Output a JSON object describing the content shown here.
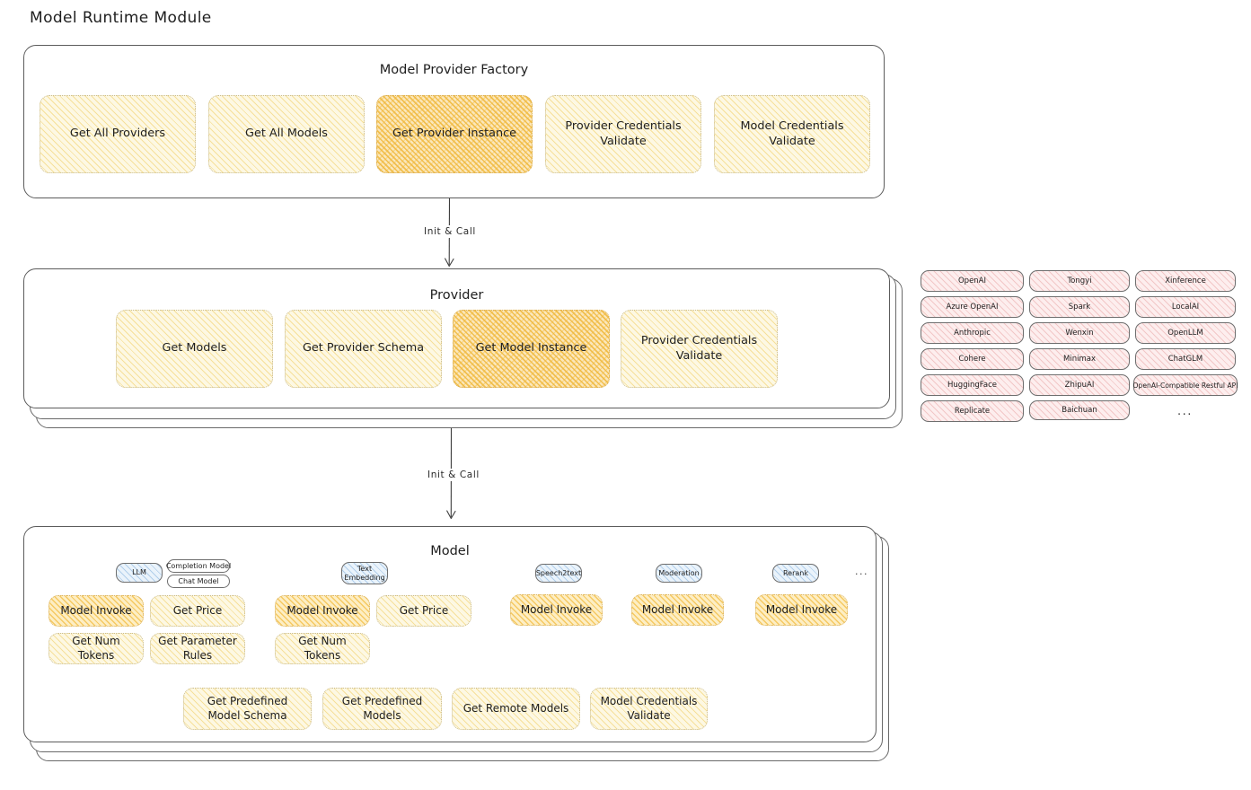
{
  "page": {
    "title": "Model Runtime Module"
  },
  "colors": {
    "highlight_amber": "#f0b93c",
    "node_cream": "#fdf8e3",
    "provider_chip_rose": "#fdeeee",
    "model_type_chip_blue": "#eaf3fb",
    "stroke": "#5c5c5c"
  },
  "factory": {
    "title": "Model Provider Factory",
    "nodes": [
      {
        "label": "Get All Providers",
        "highlighted": false
      },
      {
        "label": "Get All Models",
        "highlighted": false
      },
      {
        "label": "Get Provider Instance",
        "highlighted": true
      },
      {
        "label": "Provider Credentials Validate",
        "highlighted": false
      },
      {
        "label": "Model Credentials Validate",
        "highlighted": false
      }
    ]
  },
  "arrows": [
    {
      "label": "Init & Call",
      "from": "Model Provider Factory",
      "to": "Provider"
    },
    {
      "label": "Init & Call",
      "from": "Provider",
      "to": "Model"
    }
  ],
  "provider": {
    "title": "Provider",
    "nodes": [
      {
        "label": "Get Models",
        "highlighted": false
      },
      {
        "label": "Get Provider Schema",
        "highlighted": false
      },
      {
        "label": "Get Model Instance",
        "highlighted": true
      },
      {
        "label": "Provider Credentials Validate",
        "highlighted": false
      }
    ]
  },
  "provider_list": {
    "columns": [
      {
        "items": [
          "OpenAI",
          "Azure OpenAI",
          "Anthropic",
          "Cohere",
          "HuggingFace",
          "Replicate"
        ]
      },
      {
        "items": [
          "Tongyi",
          "Spark",
          "Wenxin",
          "Minimax",
          "ZhipuAI",
          "Baichuan"
        ]
      },
      {
        "items": [
          "Xinference",
          "LocalAI",
          "OpenLLM",
          "ChatGLM",
          "OpenAI-Compatible Restful API"
        ]
      }
    ],
    "more": "..."
  },
  "model": {
    "title": "Model",
    "more": "...",
    "types": [
      {
        "name": "LLM",
        "subtypes": [
          "Completion Model",
          "Chat Model"
        ],
        "methods": [
          {
            "label": "Model Invoke",
            "highlighted": true
          },
          {
            "label": "Get Price",
            "highlighted": false
          },
          {
            "label": "Get Num Tokens",
            "highlighted": false
          },
          {
            "label": "Get Parameter Rules",
            "highlighted": false
          }
        ]
      },
      {
        "name": "Text Embedding",
        "subtypes": [],
        "methods": [
          {
            "label": "Model Invoke",
            "highlighted": true
          },
          {
            "label": "Get Price",
            "highlighted": false
          },
          {
            "label": "Get Num Tokens",
            "highlighted": false
          }
        ]
      },
      {
        "name": "Speech2text",
        "subtypes": [],
        "methods": [
          {
            "label": "Model Invoke",
            "highlighted": true
          }
        ]
      },
      {
        "name": "Moderation",
        "subtypes": [],
        "methods": [
          {
            "label": "Model Invoke",
            "highlighted": true
          }
        ]
      },
      {
        "name": "Rerank",
        "subtypes": [],
        "methods": [
          {
            "label": "Model Invoke",
            "highlighted": true
          }
        ]
      }
    ],
    "common_methods": [
      "Get Predefined Model Schema",
      "Get Predefined Models",
      "Get Remote Models",
      "Model Credentials Validate"
    ]
  }
}
